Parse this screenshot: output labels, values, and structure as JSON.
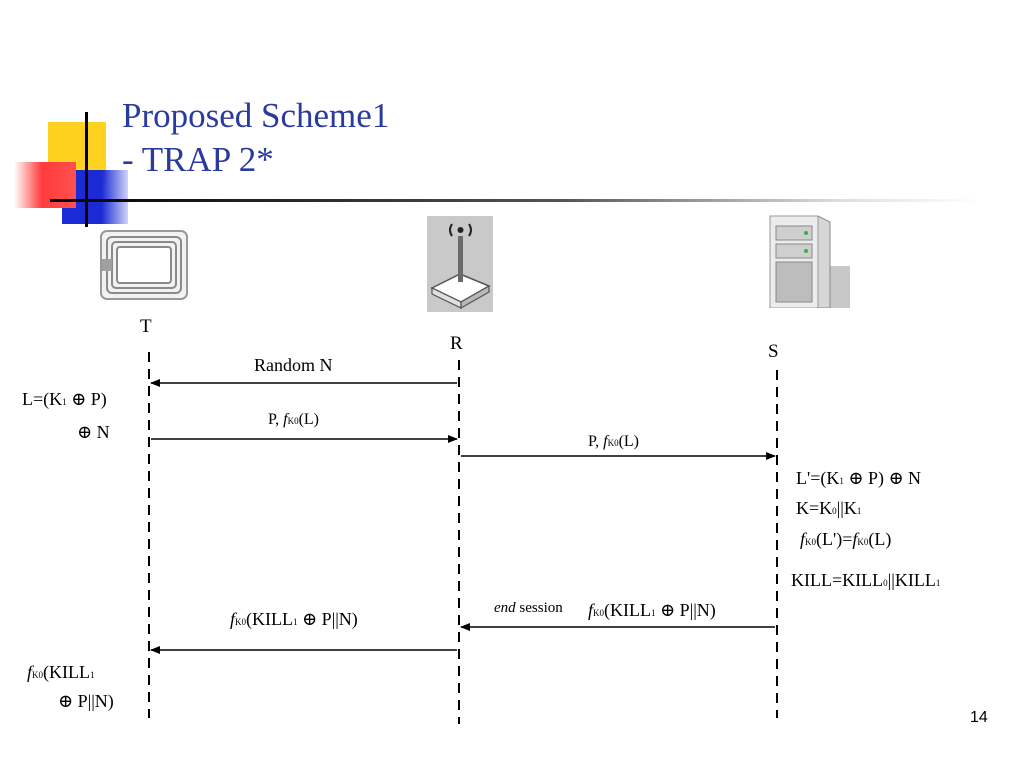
{
  "slide": {
    "title_line1": "Proposed Scheme1",
    "title_line2": "- TRAP 2*",
    "page_number": "14"
  },
  "entities": {
    "tag_label": "T",
    "reader_label": "R",
    "server_label": "S",
    "tag_icon": "rfid-tag-icon",
    "reader_icon": "wireless-router-icon",
    "server_icon": "server-tower-icon"
  },
  "messages": {
    "random_n": "Random N",
    "tag_to_reader": {
      "prefix": "P, ",
      "f": "f",
      "sub": "K0",
      "arg": "(L)"
    },
    "reader_to_server": {
      "prefix": "P, ",
      "f": "f",
      "sub": "K0",
      "arg": "(L)"
    },
    "end_session_italic": "end",
    "end_session_rest": " session",
    "server_to_reader": {
      "f": "f",
      "sub0": "K0",
      "mid": "(KILL",
      "sub1": "1",
      "rest": " ⊕ P||N)"
    },
    "reader_to_tag": {
      "f": "f",
      "sub0": "K0",
      "mid": "(KILL",
      "sub1": "1",
      "rest": " ⊕ P||N)"
    }
  },
  "tag_computation": {
    "l_line1_a": "L=(K",
    "l_line1_sub": "1",
    "l_line1_b": " ⊕ P)",
    "l_line2": "⊕ N",
    "final_f": "f",
    "final_sub0": "K0",
    "final_a": "(KILL",
    "final_sub1": "1",
    "final_line2": "⊕ P||N)"
  },
  "server_computation": {
    "line1_a": "L'=(K",
    "line1_sub": "1",
    "line1_b": " ⊕ P) ⊕ N",
    "line2_a": "K=K",
    "line2_sub0": "0",
    "line2_b": "||K",
    "line2_sub1": "1",
    "line3_f1": "f",
    "line3_sub1": "K0",
    "line3_a": "(L')=",
    "line3_f2": "f",
    "line3_sub2": "K0",
    "line3_b": "(L)",
    "line4_a": "KILL=KILL",
    "line4_sub0": "0",
    "line4_b": "||KILL",
    "line4_sub1": "1"
  },
  "colors": {
    "title": "#2a3a9e",
    "deco_yellow": "#ffd21f",
    "deco_blue": "#1a2bd6",
    "deco_red": "#ff3b3b"
  }
}
